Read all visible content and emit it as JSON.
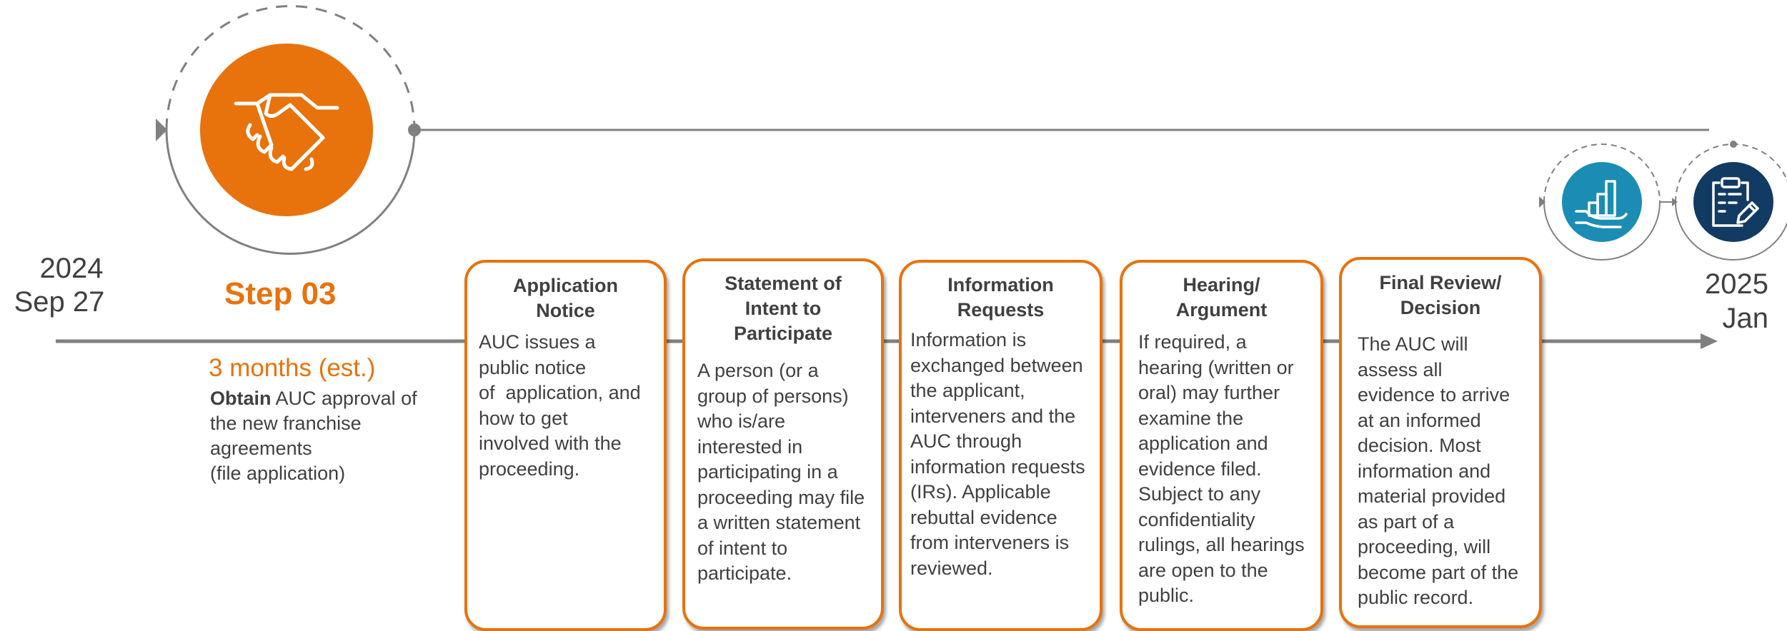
{
  "timeline": {
    "start_year": "2024",
    "start_date": "Sep 27",
    "end_year": "2025",
    "end_month": "Jan"
  },
  "step": {
    "title": "Step 03",
    "duration": "3 months (est.)",
    "desc_bold": "Obtain",
    "desc_line1": " AUC approval of",
    "desc_line2": "the new franchise",
    "desc_line3": "agreements",
    "desc_line4": "(file application)",
    "icon": "handshake-icon"
  },
  "stages": [
    {
      "title": [
        "Application",
        "Notice"
      ],
      "body": [
        "AUC issues a",
        "public notice",
        "of  application, and",
        "how to get",
        "involved with the",
        "proceeding."
      ]
    },
    {
      "title": [
        "Statement of",
        "Intent to",
        "Participate"
      ],
      "body": [
        "A person (or a",
        "group of persons)",
        "who is/are",
        "interested in",
        "participating in a",
        "proceeding may file",
        "a written statement",
        "of intent to",
        "participate."
      ]
    },
    {
      "title": [
        "Information",
        "Requests"
      ],
      "body": [
        "Information is",
        "exchanged between",
        "the applicant,",
        "interveners and the",
        "AUC through",
        "information requests",
        "(IRs). Applicable",
        "rebuttal evidence",
        "from interveners is",
        "reviewed."
      ]
    },
    {
      "title": [
        "Hearing/",
        "Argument"
      ],
      "body": [
        "If required, a",
        "hearing (written or",
        "oral) may further",
        "examine the",
        "application and",
        "evidence filed.",
        "Subject to any",
        "confidentiality",
        "rulings, all hearings",
        "are open to the",
        "public."
      ]
    },
    {
      "title": [
        "Final Review/",
        "Decision"
      ],
      "body": [
        "The AUC will",
        "assess all",
        "evidence to arrive",
        "at an informed",
        "decision. Most",
        "information and",
        "material provided",
        "as part of a",
        "proceeding, will",
        "become part of the",
        "public record."
      ]
    }
  ],
  "next_steps": {
    "icon_1": "chart-in-hand-icon",
    "icon_2": "clipboard-edit-icon"
  },
  "colors": {
    "accent": "#e8720c",
    "teal": "#1b8db4",
    "navy": "#123b63",
    "line": "#808080",
    "text": "#404040"
  }
}
